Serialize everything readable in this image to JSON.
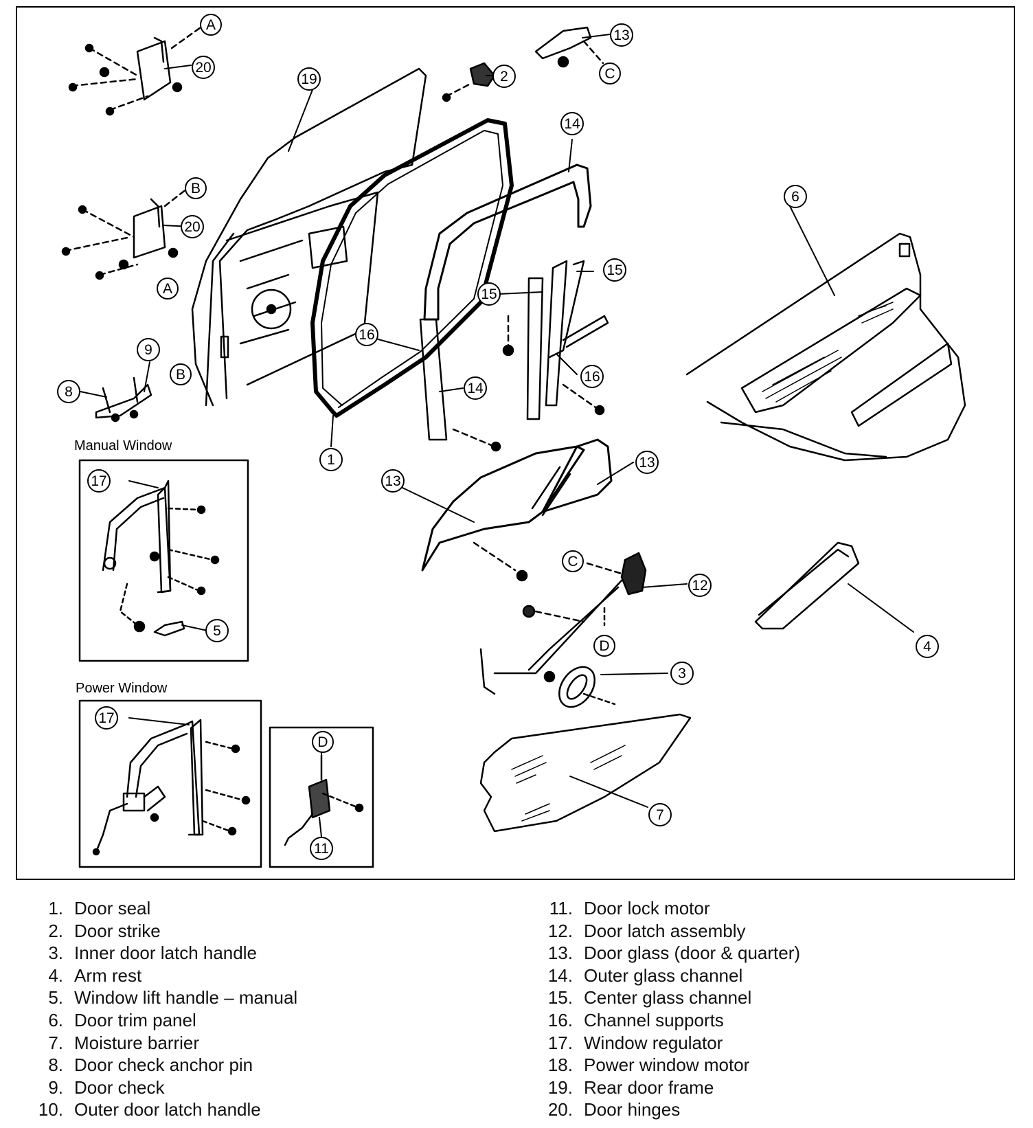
{
  "labels": {
    "manual_window": "Manual Window",
    "power_window": "Power Window"
  },
  "callouts": {
    "n1": "1",
    "n2": "2",
    "n3": "3",
    "n4": "4",
    "n5": "5",
    "n6": "6",
    "n7": "7",
    "n8": "8",
    "n9": "9",
    "n11": "11",
    "n12": "12",
    "n13": "13",
    "n14": "14",
    "n15": "15",
    "n16": "16",
    "n17": "17",
    "n19": "19",
    "n20": "20",
    "A": "A",
    "B": "B",
    "C": "C",
    "D": "D"
  },
  "legend_left": [
    {
      "num": "1.",
      "text": "Door seal"
    },
    {
      "num": "2.",
      "text": "Door strike"
    },
    {
      "num": "3.",
      "text": "Inner door latch handle"
    },
    {
      "num": "4.",
      "text": "Arm rest"
    },
    {
      "num": "5.",
      "text": "Window lift handle – manual"
    },
    {
      "num": "6.",
      "text": "Door trim panel"
    },
    {
      "num": "7.",
      "text": "Moisture barrier"
    },
    {
      "num": "8.",
      "text": "Door check anchor pin"
    },
    {
      "num": "9.",
      "text": "Door check"
    },
    {
      "num": "10.",
      "text": "Outer door latch handle"
    }
  ],
  "legend_right": [
    {
      "num": "11.",
      "text": "Door lock motor"
    },
    {
      "num": "12.",
      "text": "Door latch assembly"
    },
    {
      "num": "13.",
      "text": "Door glass (door & quarter)"
    },
    {
      "num": "14.",
      "text": "Outer glass channel"
    },
    {
      "num": "15.",
      "text": "Center glass channel"
    },
    {
      "num": "16.",
      "text": "Channel supports"
    },
    {
      "num": "17.",
      "text": "Window regulator"
    },
    {
      "num": "18.",
      "text": "Power window motor"
    },
    {
      "num": "19.",
      "text": "Rear door frame"
    },
    {
      "num": "20.",
      "text": "Door hinges"
    }
  ]
}
